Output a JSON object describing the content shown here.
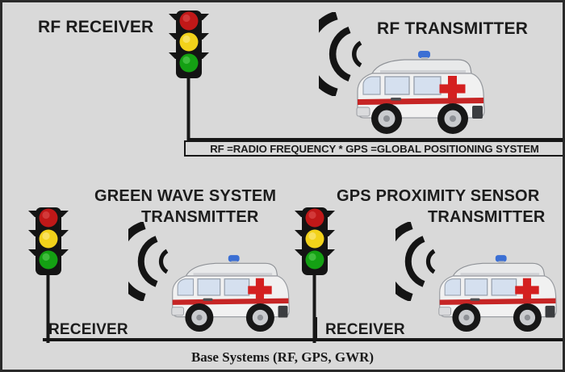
{
  "diagram": {
    "caption": "Base Systems (RF, GPS, GWR)",
    "legend": "RF =RADIO FREQUENCY * GPS =GLOBAL POSITIONING SYSTEM",
    "background_color": "#d9d9d9",
    "border_color": "#2a2a2a",
    "line_color": "#171717"
  },
  "labels": {
    "rf_receiver": "RF RECEIVER",
    "rf_transmitter": "RF TRANSMITTER",
    "green_wave_line1": "GREEN WAVE SYSTEM",
    "green_wave_line2": "TRANSMITTER",
    "gps_line1": "GPS PROXIMITY SENSOR",
    "gps_line2": "TRANSMITTER",
    "receiver_left": "RECEIVER",
    "receiver_right": "RECEIVER"
  },
  "traffic_lights": [
    {
      "id": "top-rf-receiver",
      "red": "#c01818",
      "yellow": "#f2d21a",
      "green": "#14a013",
      "body": "#141414"
    },
    {
      "id": "bottom-left-receiver",
      "red": "#c01818",
      "yellow": "#f2d21a",
      "green": "#14a013",
      "body": "#141414"
    },
    {
      "id": "bottom-middle-receiver",
      "red": "#c01818",
      "yellow": "#f2d21a",
      "green": "#14a013",
      "body": "#141414"
    }
  ],
  "ambulances": [
    {
      "id": "rf-transmitter-ambulance",
      "body": "#f1f1f1",
      "stripe": "#c62525",
      "cross": "#d42020",
      "beacon": "#3b6fd4",
      "glass": "#d5e0ef"
    },
    {
      "id": "green-wave-ambulance",
      "body": "#f1f1f1",
      "stripe": "#c62525",
      "cross": "#d42020",
      "beacon": "#3b6fd4",
      "glass": "#d5e0ef"
    },
    {
      "id": "gps-ambulance",
      "body": "#f1f1f1",
      "stripe": "#c62525",
      "cross": "#d42020",
      "beacon": "#3b6fd4",
      "glass": "#d5e0ef"
    }
  ],
  "wave_emitters": [
    {
      "id": "rf-transmitter-waves",
      "arcs": 3,
      "direction": "left"
    },
    {
      "id": "green-wave-waves",
      "arcs": 3,
      "direction": "left"
    },
    {
      "id": "gps-waves",
      "arcs": 3,
      "direction": "left"
    }
  ]
}
